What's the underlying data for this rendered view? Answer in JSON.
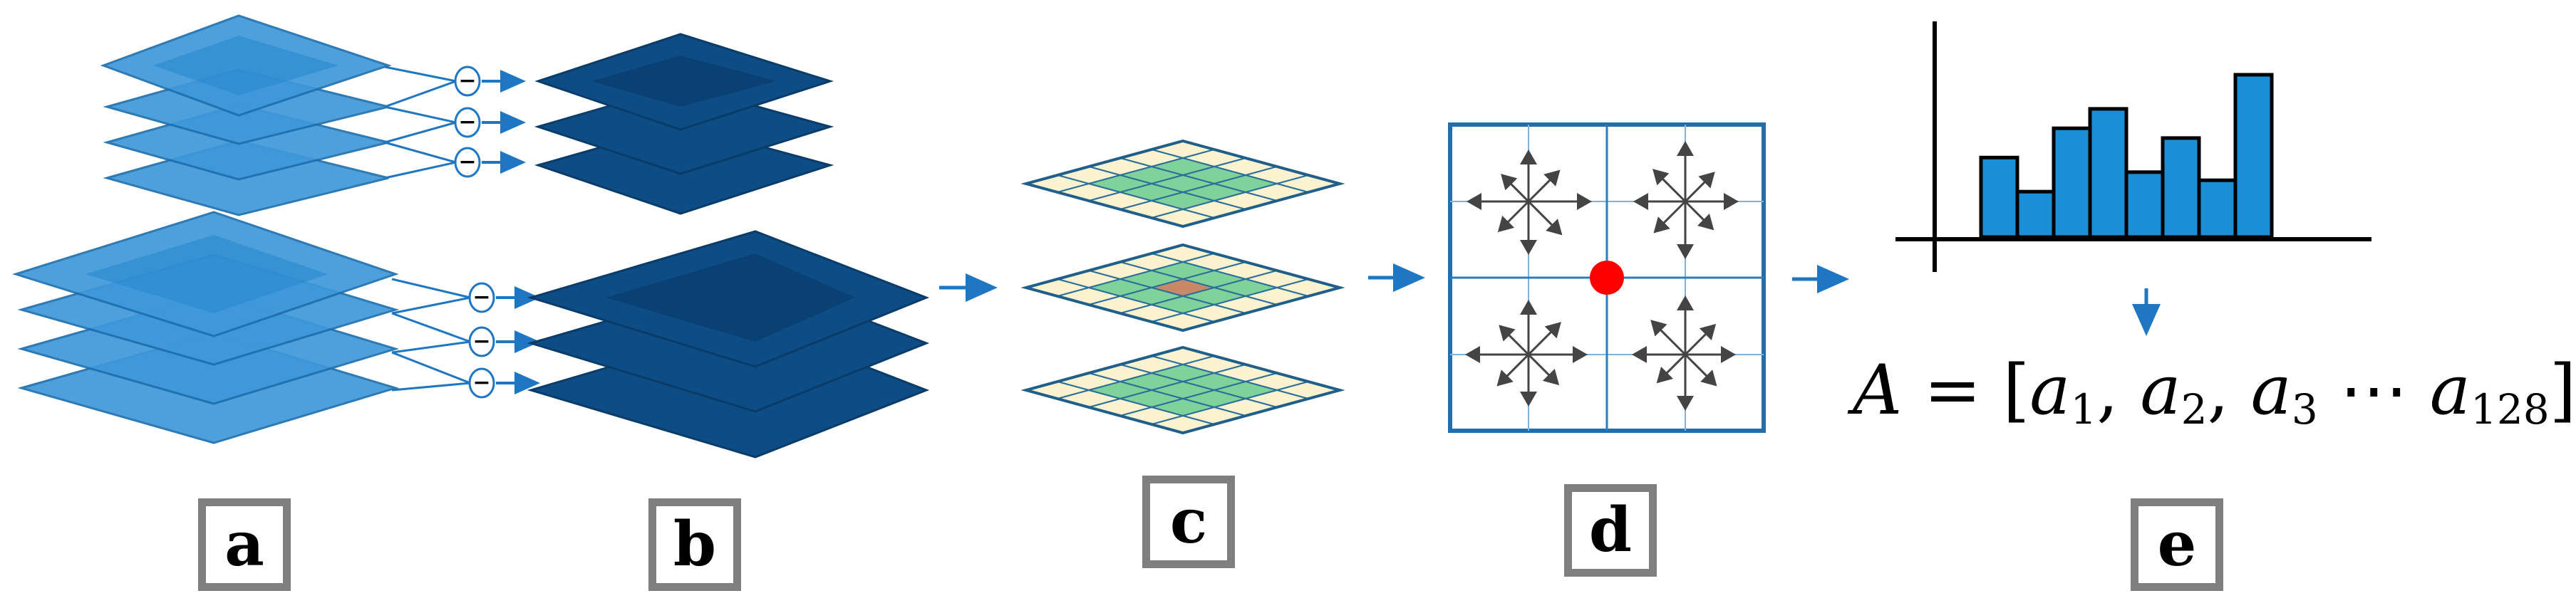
{
  "panels": [
    {
      "id": "a",
      "label": "a"
    },
    {
      "id": "b",
      "label": "b"
    },
    {
      "id": "c",
      "label": "c"
    },
    {
      "id": "d",
      "label": "d"
    },
    {
      "id": "e",
      "label": "e"
    }
  ],
  "formula": {
    "lhs": "A",
    "eq": " = [",
    "terms": [
      {
        "base": "a",
        "sub": "1",
        "sep": ", "
      },
      {
        "base": "a",
        "sub": "2",
        "sep": ", "
      },
      {
        "base": "a",
        "sub": "3",
        "sep": " ⋯ "
      },
      {
        "base": "a",
        "sub": "128",
        "sep": ""
      }
    ],
    "close": "]"
  },
  "diff_symbol": "−",
  "histogram_values": [
    0.49,
    0.28,
    0.67,
    0.79,
    0.4,
    0.61,
    0.35,
    1.0
  ],
  "colors": {
    "layer_light": "#2f8fd8",
    "layer_dark": "#0a4a80",
    "arrow": "#1f77c4",
    "grid_green": "#7fd39a",
    "grid_cream": "#fbf3d0",
    "grid_center": "#c98868",
    "keypoint": "#ff0000",
    "bar": "#1b8fd6"
  }
}
